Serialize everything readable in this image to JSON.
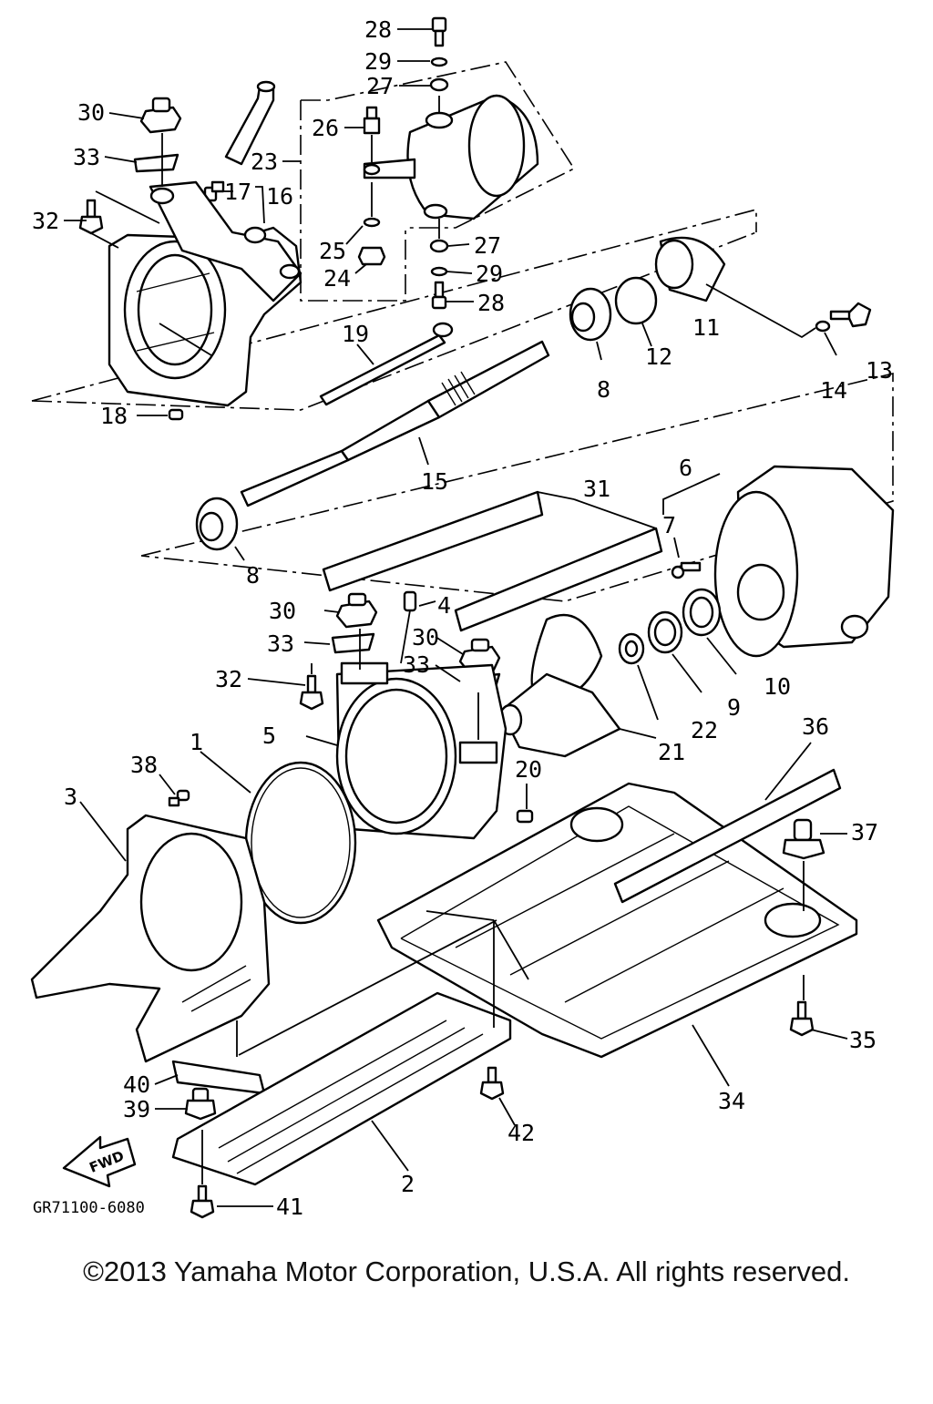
{
  "diagram": {
    "part_labels": [
      "1",
      "2",
      "3",
      "4",
      "5",
      "6",
      "7",
      "8",
      "8",
      "9",
      "10",
      "11",
      "12",
      "13",
      "14",
      "15",
      "16",
      "17",
      "18",
      "19",
      "20",
      "21",
      "22",
      "23",
      "24",
      "25",
      "26",
      "27",
      "27",
      "28",
      "28",
      "29",
      "29",
      "30",
      "30",
      "30",
      "31",
      "32",
      "32",
      "33",
      "33",
      "33",
      "34",
      "35",
      "36",
      "37",
      "38",
      "39",
      "40",
      "41",
      "42"
    ],
    "drawing_code": "GR71100-6080",
    "fwd_arrow_label": "FWD"
  },
  "footer": {
    "copyright": "©2013 Yamaha Motor Corporation, U.S.A. All rights reserved."
  }
}
